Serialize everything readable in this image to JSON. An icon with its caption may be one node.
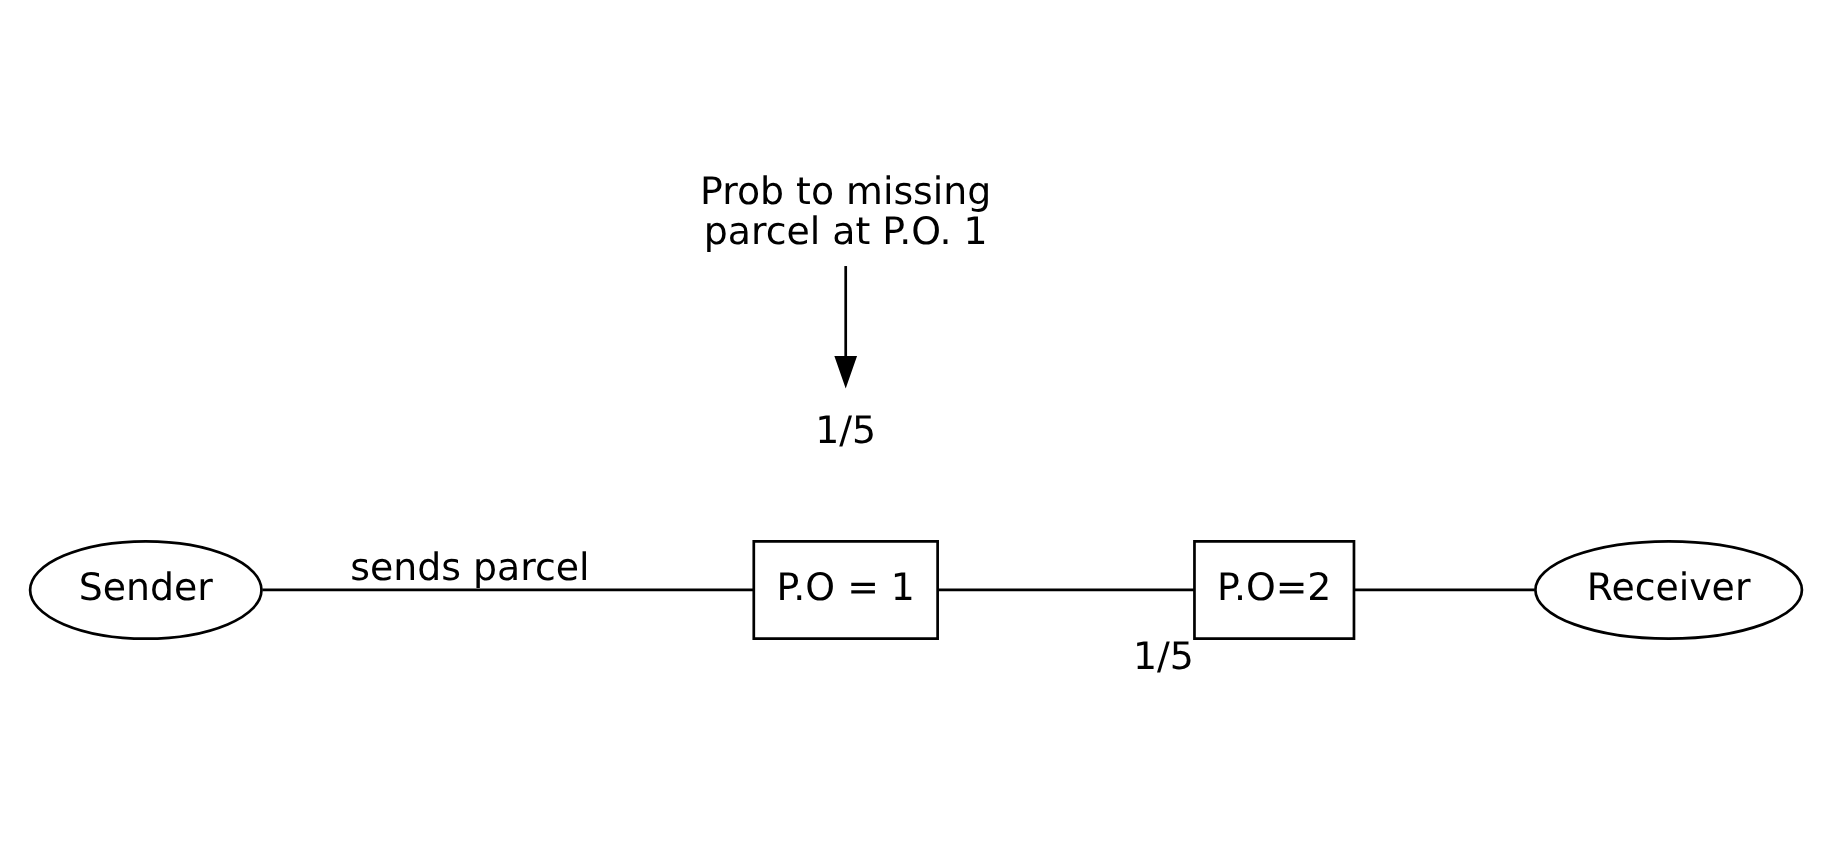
{
  "diagram": {
    "nodes": [
      {
        "text": [
          "Sender"
        ]
      },
      {
        "text": [
          "P.O = 1"
        ]
      },
      {
        "text": [
          "1/5"
        ]
      },
      {
        "text": [
          "Prob to missing parcel at P.O. 1"
        ]
      },
      {
        "text": [
          "P.O=2"
        ],
        "beside": [
          "1/5"
        ]
      },
      {
        "text": [
          "Receiver"
        ]
      }
    ],
    "edges": [
      {
        "from": 0,
        "to": 1,
        "arrow": "none",
        "label": "sends parcel"
      },
      {
        "from": 1,
        "to": 4,
        "arrow": "none"
      },
      {
        "from": 4,
        "to": 5,
        "arrow": "none"
      },
      {
        "from": 3,
        "to": 2,
        "arrow": "to"
      }
    ]
  }
}
